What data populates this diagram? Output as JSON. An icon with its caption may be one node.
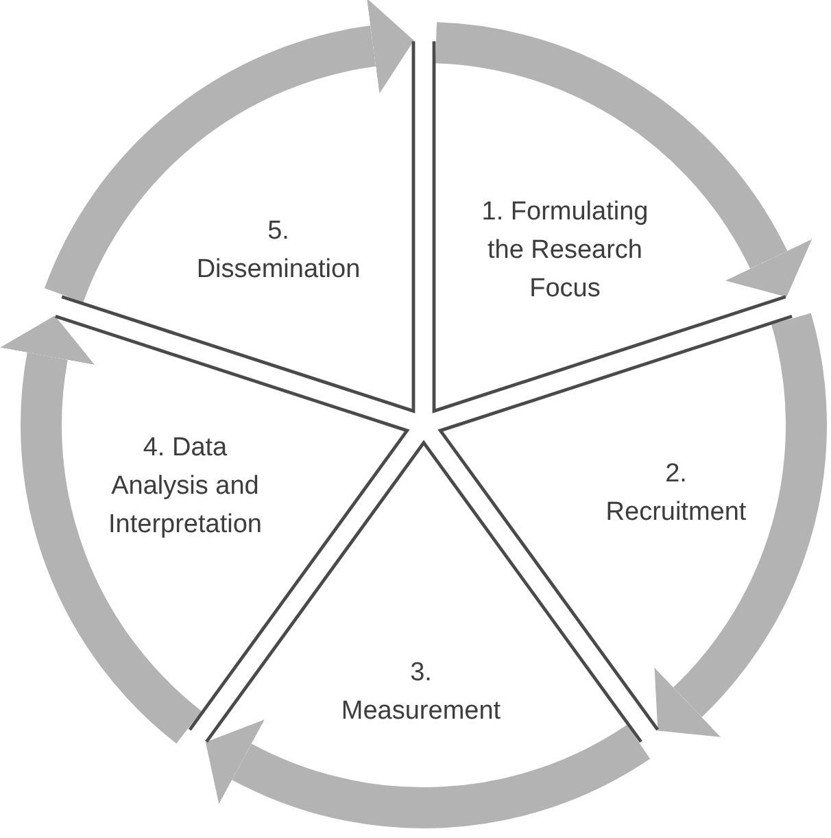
{
  "diagram": {
    "nodes": [
      {
        "text": [
          "1. Formulating the Research Focus"
        ]
      },
      {
        "text": [
          "2. Recruitment"
        ]
      },
      {
        "text": [
          "3. Measurement"
        ]
      },
      {
        "text": [
          "4. Data Analysis and Interpretation"
        ]
      },
      {
        "text": [
          "5. Dissemination"
        ]
      }
    ],
    "edges": [
      {
        "from": 0,
        "to": 1,
        "arrow": "to"
      },
      {
        "from": 1,
        "to": 2,
        "arrow": "to"
      },
      {
        "from": 2,
        "to": 3,
        "arrow": "to"
      },
      {
        "from": 3,
        "to": 4,
        "arrow": "to"
      },
      {
        "from": 4,
        "to": 0,
        "arrow": "to"
      }
    ]
  }
}
